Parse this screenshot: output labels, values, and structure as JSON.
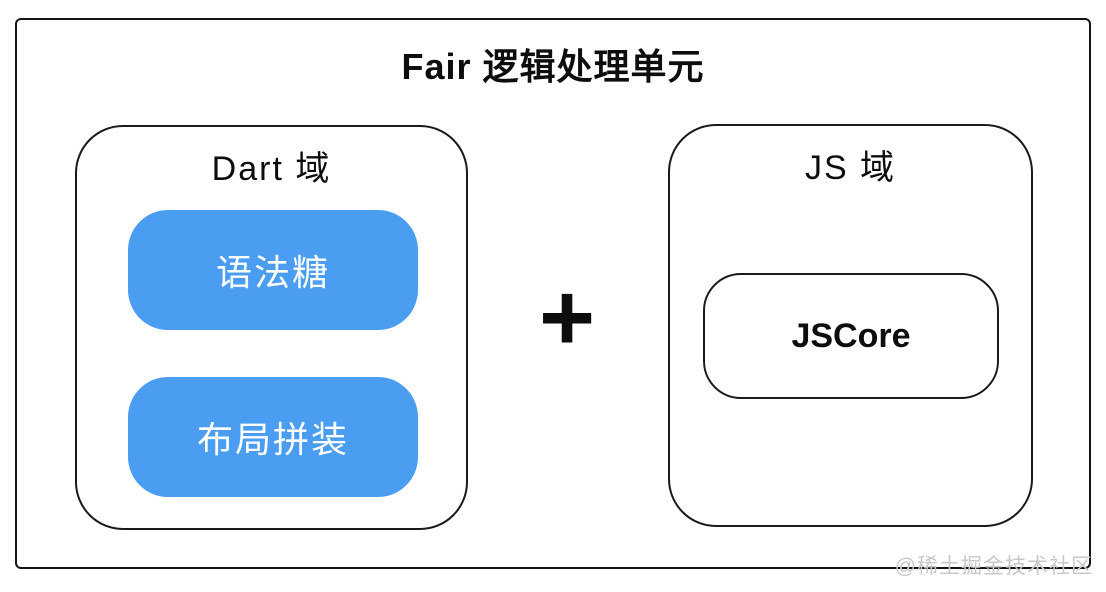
{
  "title": "Fair 逻辑处理单元",
  "operator": "+",
  "dart_domain": {
    "label": "Dart 域",
    "items": [
      {
        "label": "语法糖"
      },
      {
        "label": "布局拼装"
      }
    ]
  },
  "js_domain": {
    "label": "JS 域",
    "items": [
      {
        "label": "JSCore"
      }
    ]
  },
  "watermark": "@稀土掘金技术社区",
  "colors": {
    "accent_blue": "#4A9DF0",
    "border_black": "#1a1a1a",
    "pill_text_white": "#ffffff",
    "watermark_gray": "#c8c8c8"
  }
}
